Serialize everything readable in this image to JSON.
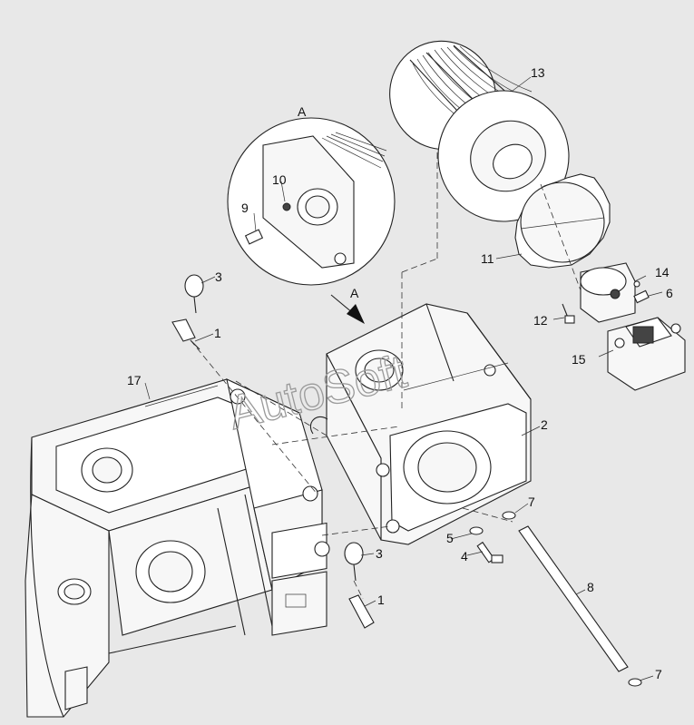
{
  "callouts": {
    "c1a": "1",
    "c1b": "1",
    "c2": "2",
    "c3a": "3",
    "c3b": "3",
    "c4": "4",
    "c5": "5",
    "c6": "6",
    "c7a": "7",
    "c7b": "7",
    "c8": "8",
    "c9": "9",
    "c10": "10",
    "c11": "11",
    "c12": "12",
    "c13": "13",
    "c14": "14",
    "c15": "15",
    "c17": "17"
  },
  "view": {
    "detail_label": "A",
    "arrow_label": "A"
  },
  "watermark": "AutoSoft"
}
